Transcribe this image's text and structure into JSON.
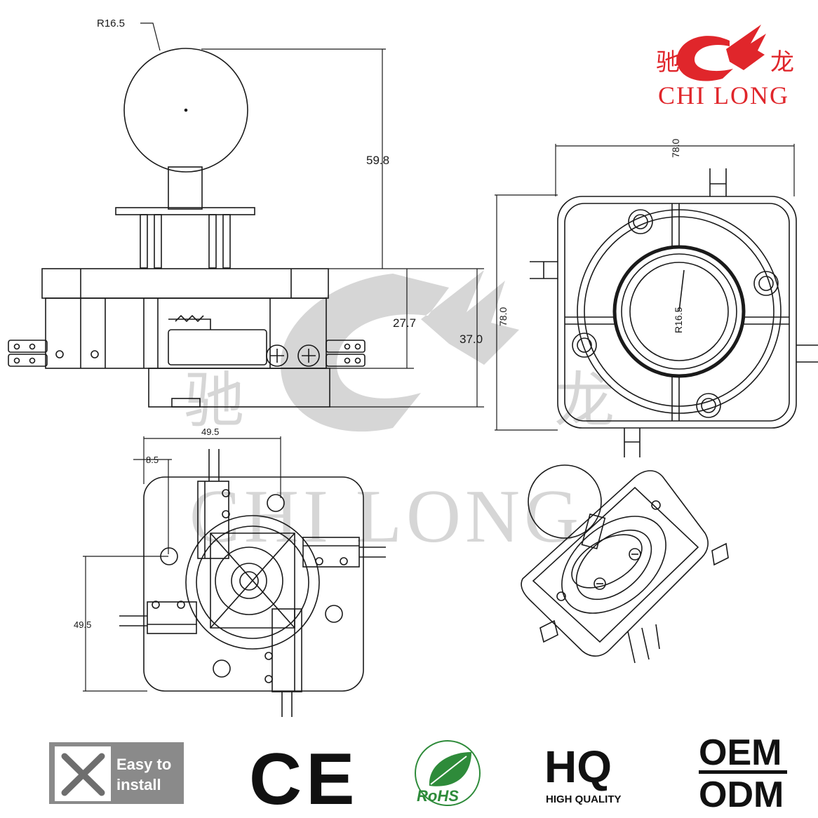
{
  "logo": {
    "cn_left": "驰",
    "cn_right": "龙",
    "en": "CHI LONG",
    "color": "#e0262b"
  },
  "watermark": {
    "cn_left": "驰",
    "cn_right": "龙",
    "en": "CHI LONG",
    "color": "#d4d4d4"
  },
  "dimensions": {
    "ball_radius_side": "R16.5",
    "total_height": "59.8",
    "body_height": "27.7",
    "overall_height": "37.0",
    "top_width": "78.0",
    "top_height": "78.0",
    "ball_radius_top": "R16.5",
    "bottom_width": "49.5",
    "bottom_offset": "8.5",
    "bottom_height": "49.5"
  },
  "badges": {
    "easy_install_line1": "Easy to",
    "easy_install_line2": "install",
    "ce": "CE",
    "rohs": "RoHS",
    "hq": "HQ",
    "hq_caption": "HIGH QUALITY",
    "oem": "OEM",
    "odm": "ODM"
  },
  "colors": {
    "line": "#1a1a1a",
    "rohs_green": "#2e8b3a",
    "badge_gray": "#8a8a8a"
  }
}
